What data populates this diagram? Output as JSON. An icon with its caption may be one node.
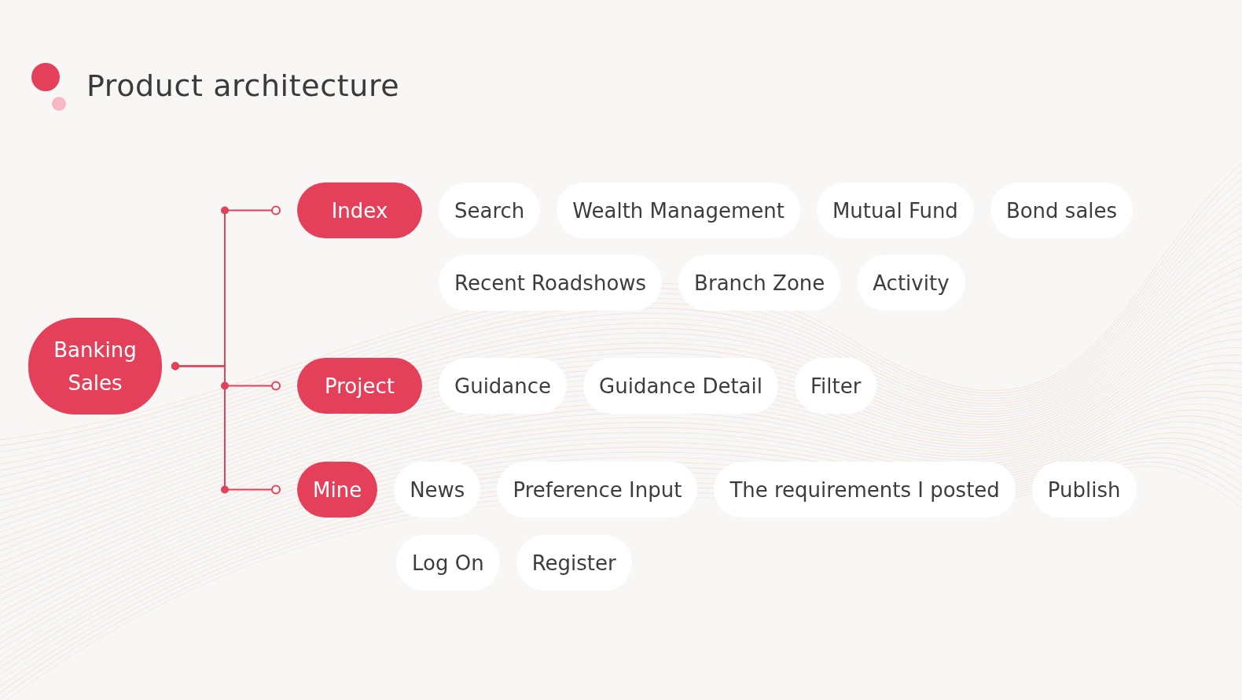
{
  "diagram": {
    "title": "Product architecture",
    "nodes": [
      {
        "text": [
          "Banking Sales"
        ]
      },
      {
        "text": [
          "Index"
        ]
      },
      {
        "text": [
          "Search"
        ]
      },
      {
        "text": [
          "Wealth Management"
        ]
      },
      {
        "text": [
          "Mutual Fund"
        ]
      },
      {
        "text": [
          "Bond sales"
        ]
      },
      {
        "text": [
          "Recent Roadshows"
        ]
      },
      {
        "text": [
          "Branch Zone"
        ]
      },
      {
        "text": [
          "Activity"
        ]
      },
      {
        "text": [
          "Project"
        ]
      },
      {
        "text": [
          "Guidance"
        ]
      },
      {
        "text": [
          "Guidance Detail"
        ]
      },
      {
        "text": [
          "Filter"
        ]
      },
      {
        "text": [
          "Mine"
        ]
      },
      {
        "text": [
          "News"
        ]
      },
      {
        "text": [
          "Preference Input"
        ]
      },
      {
        "text": [
          "The requirements I posted"
        ]
      },
      {
        "text": [
          "Publish"
        ]
      },
      {
        "text": [
          "Log On"
        ]
      },
      {
        "text": [
          "Register"
        ]
      }
    ],
    "edges": [
      {
        "from": 0,
        "to": 1,
        "arrow": "other"
      },
      {
        "from": 0,
        "to": 9,
        "arrow": "other"
      },
      {
        "from": 0,
        "to": 13,
        "arrow": "other"
      }
    ]
  }
}
